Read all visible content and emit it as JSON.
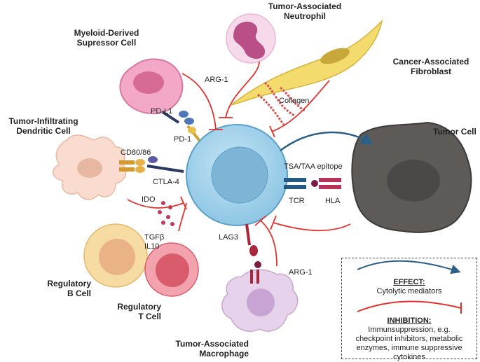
{
  "cells": {
    "mdsc": [
      "Myeloid-Derived",
      "Supressor Cell"
    ],
    "neutrophil": [
      "Tumor-Associated",
      "Neutrophil"
    ],
    "fibroblast": [
      "Cancer-Associated",
      "Fibroblast"
    ],
    "dendritic": [
      "Tumor-Infiltrating",
      "Dendritic Cell"
    ],
    "tumor": "Tumor Cell",
    "breg": [
      "Regulatory",
      "B Cell"
    ],
    "treg": [
      "Regulatory",
      "T Cell"
    ],
    "macrophage": [
      "Tumor-Associated",
      "Macrophage"
    ]
  },
  "molecules": {
    "arg1_top": "ARG-1",
    "collagen": "Collagen",
    "pdl1": "PD-L1",
    "pd1": "PD-1",
    "cd80": "CD80/86",
    "ctla4": "CTLA-4",
    "ido": "IDO",
    "tgfb": "TGFβ",
    "il10": "IL10",
    "lag3": "LAG3",
    "arg1_bottom": "ARG-1",
    "tsa": "TSA/TAA epitope",
    "tcr": "TCR",
    "hla": "HLA"
  },
  "legend": {
    "effect_title": "EFFECT:",
    "effect_desc": "Cytolytic mediators",
    "inhibition_title": "INHIBITION:",
    "inhibition_desc": [
      "Immunsuppression, e.g.",
      "checkpoint inhibitors, metabolic",
      "enzymes, immune suppressive",
      "cytokines"
    ]
  },
  "colors": {
    "effect": "#2c5f87",
    "inhibition": "#e3312d",
    "tcell": "#a9d4ec",
    "tumor": "#5d5a58"
  }
}
